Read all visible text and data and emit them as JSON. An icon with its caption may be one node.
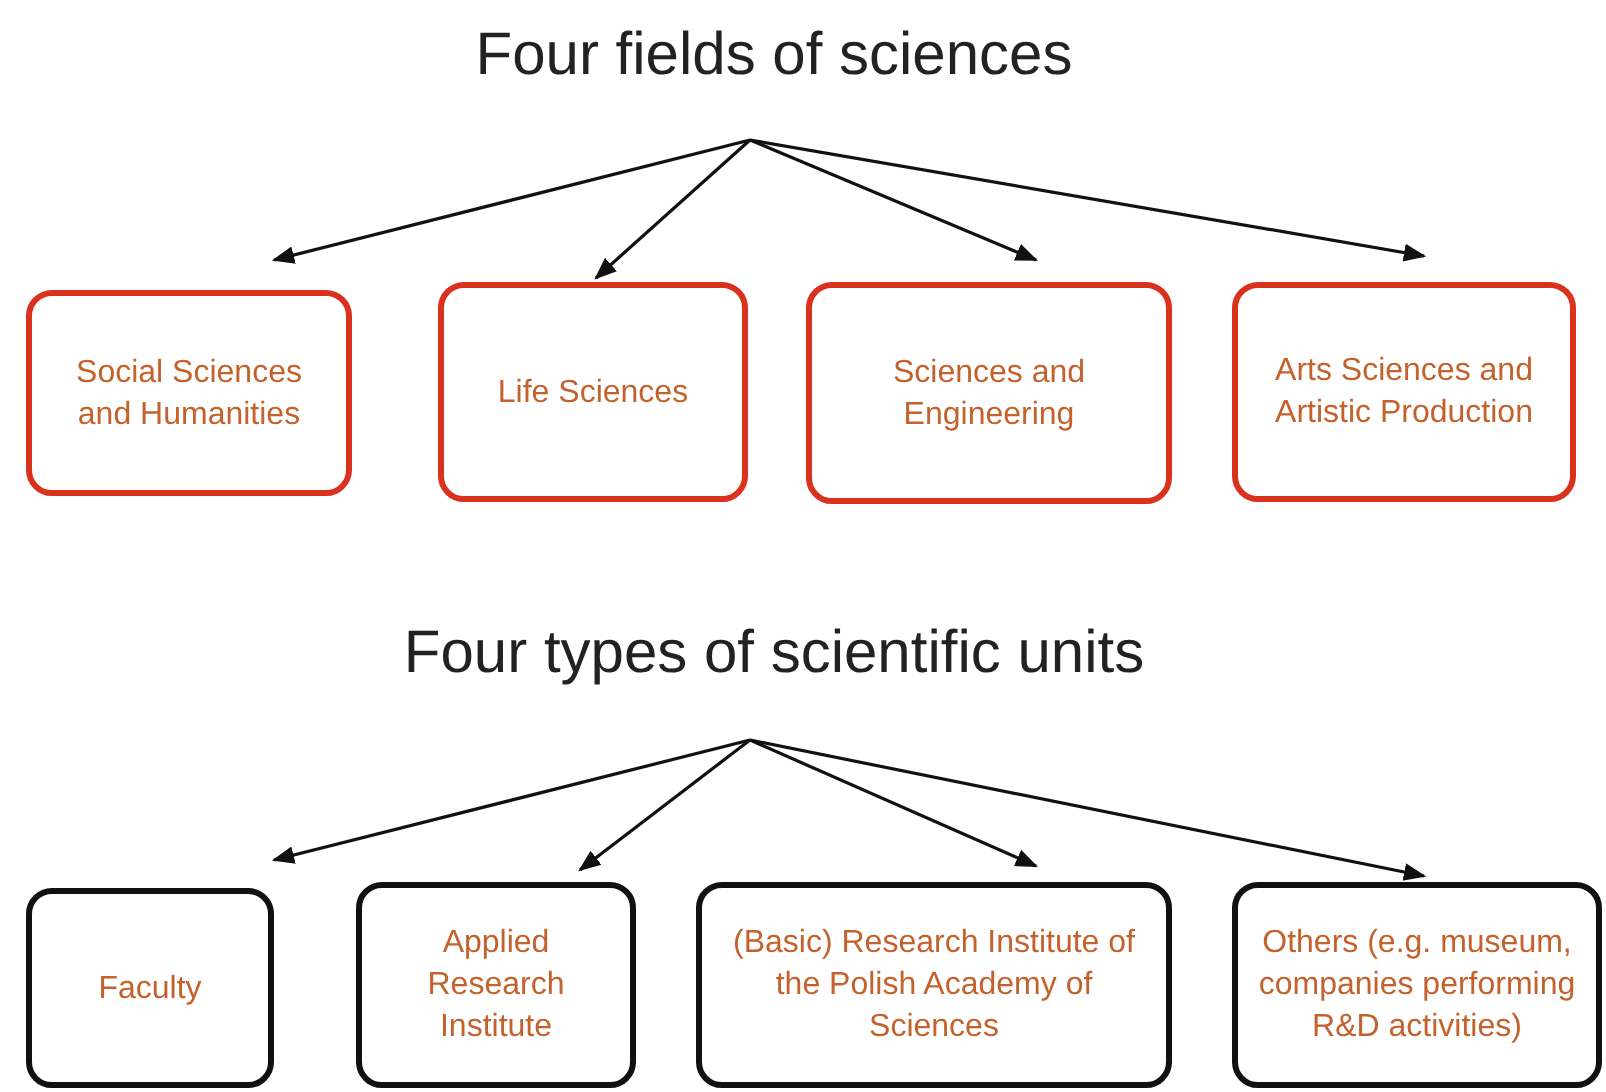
{
  "diagram": {
    "nodes": [
      {
        "text": [
          "Four fields of sciences"
        ]
      },
      {
        "text": [
          "Social Sciences and Humanities"
        ]
      },
      {
        "text": [
          "Life Sciences"
        ]
      },
      {
        "text": [
          "Sciences and Engineering"
        ]
      },
      {
        "text": [
          "Arts Sciences and Artistic Production"
        ]
      },
      {
        "text": [
          "Four types of scientific units"
        ]
      },
      {
        "text": [
          "Faculty"
        ]
      },
      {
        "text": [
          "Applied Research Institute"
        ]
      },
      {
        "text": [
          "(Basic) Research Institute of the Polish Academy of Sciences"
        ]
      },
      {
        "text": [
          "Others (e.g. museum, companies performing R&D activities)"
        ]
      }
    ],
    "edges": [
      {
        "from": 0,
        "to": 1,
        "arrow": "to"
      },
      {
        "from": 0,
        "to": 2,
        "arrow": "to"
      },
      {
        "from": 0,
        "to": 3,
        "arrow": "to"
      },
      {
        "from": 0,
        "to": 4,
        "arrow": "to"
      },
      {
        "from": 5,
        "to": 6,
        "arrow": "to"
      },
      {
        "from": 5,
        "to": 7,
        "arrow": "to"
      },
      {
        "from": 5,
        "to": 8,
        "arrow": "to"
      },
      {
        "from": 5,
        "to": 9,
        "arrow": "to"
      }
    ]
  }
}
